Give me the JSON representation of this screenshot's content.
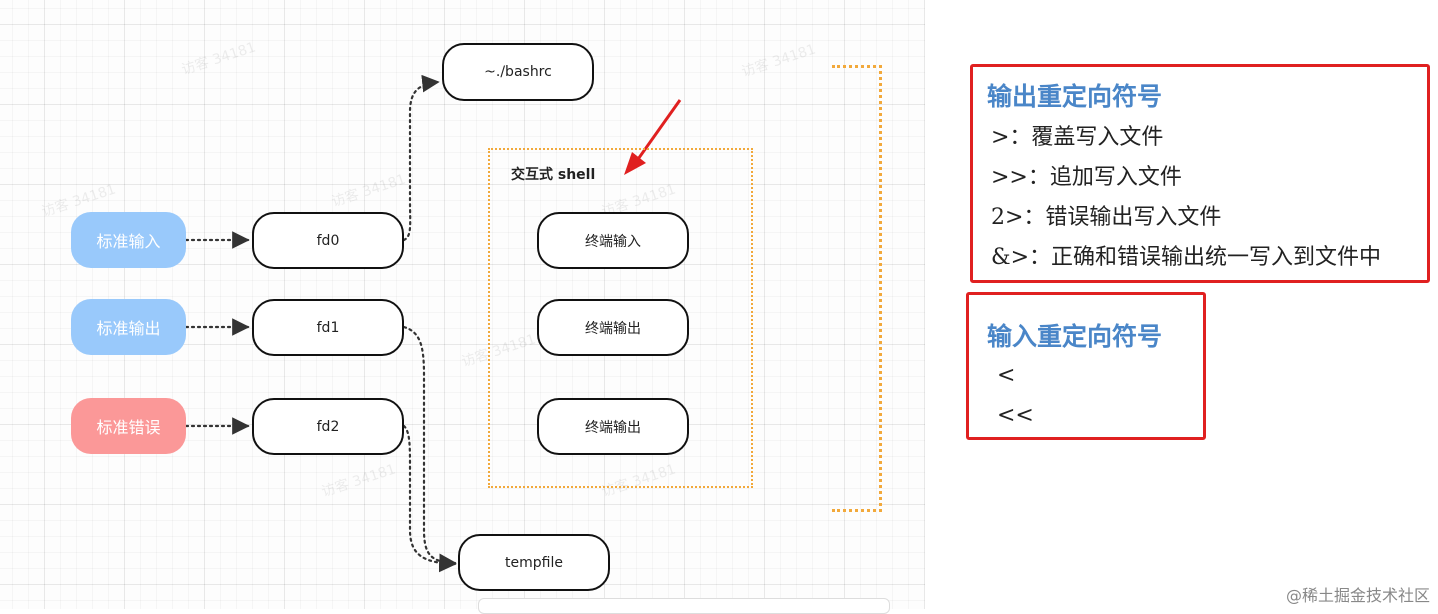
{
  "diagram": {
    "streams": [
      {
        "label": "标准输入",
        "color": "#99c9fb"
      },
      {
        "label": "标准输出",
        "color": "#99c9fb"
      },
      {
        "label": "标准错误",
        "color": "#fb9898"
      }
    ],
    "fds": [
      "fd0",
      "fd1",
      "fd2"
    ],
    "bashrc": "~./bashrc",
    "tempfile": "tempfile",
    "shell": {
      "title": "交互式 shell",
      "terminals": [
        "终端输入",
        "终端输出",
        "终端输出"
      ]
    },
    "watermark": "访客 34181"
  },
  "output_redirect": {
    "title": "输出重定向符号",
    "items": [
      " >：覆盖写入文件",
      ">>：追加写入文件",
      "2>：错误输出写入文件",
      "&>：正确和错误输出统一写入到文件中"
    ]
  },
  "input_redirect": {
    "title": "输入重定向符号",
    "items": [
      " <",
      " <<"
    ]
  },
  "credit": "@稀土掘金技术社区",
  "colors": {
    "accent_blue": "#4a86c8",
    "box_red": "#e02020",
    "dotted_orange": "#f2a93b"
  }
}
